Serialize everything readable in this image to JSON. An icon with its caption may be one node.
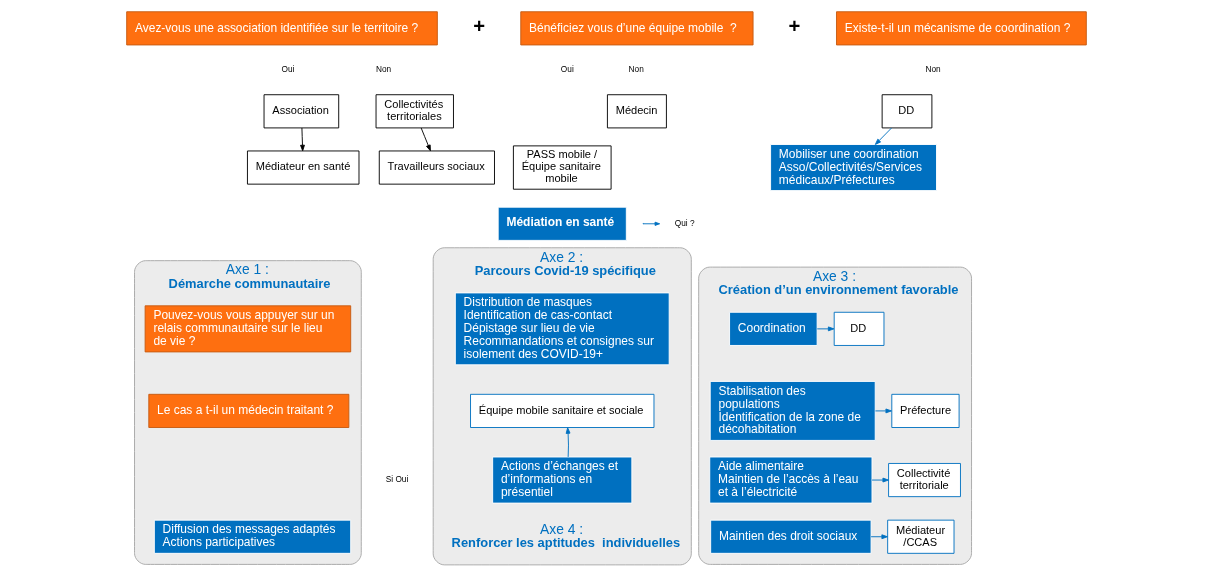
{
  "diagram": {
    "nodes": [
      {
        "text": [
          "Avez-vous une association identifiée sur le territoire ?"
        ]
      },
      {
        "text": [
          "Bénéficiez vous d’une équipe mobile  ?"
        ]
      },
      {
        "text": [
          "Existe-t-il un mécanisme de coordination ?"
        ]
      },
      {
        "text": [
          "Association"
        ]
      },
      {
        "text": [
          "Médiateur en santé"
        ]
      },
      {
        "text": [
          "Collectivités territoriales"
        ]
      },
      {
        "text": [
          "Travailleurs sociaux"
        ]
      },
      {
        "text": [
          "PASS mobile / Équipe sanitaire mobile"
        ]
      },
      {
        "text": [
          "Médecin"
        ]
      },
      {
        "text": [
          "DD"
        ]
      },
      {
        "text": [
          "Mobiliser une coordination Asso/Collectivités/Services médicaux/Préfectures"
        ]
      },
      {
        "text": [
          "Médiation en santé"
        ]
      },
      {
        "text": [
          "Axe 1 :",
          "Démarche communautaire"
        ]
      },
      {
        "text": [
          "Pouvez-vous vous appuyer sur un relais communautaire sur le lieu de vie ?"
        ],
        "in": 12
      },
      {
        "text": [
          "Le cas a t-il un médecin traitant ?"
        ],
        "in": 12
      },
      {
        "text": [
          "Diffusion des messages adaptés",
          "Actions participatives"
        ],
        "in": 12
      },
      {
        "text": [
          "Axe 2 :",
          "Parcours Covid-19 spécifique",
          "Axe 4 :",
          "Renforcer les aptitudes  individuelles"
        ]
      },
      {
        "text": [
          "Distribution de masques",
          "Identification de cas-contact",
          "Dépistage sur lieu de vie",
          "Recommandations et consignes sur isolement des COVID-19+"
        ],
        "in": 16
      },
      {
        "text": [
          "Équipe mobile sanitaire et sociale"
        ],
        "in": 16
      },
      {
        "text": [
          "Actions d’échanges et d’informations en présentiel"
        ],
        "in": 16
      },
      {
        "text": [
          "Axe 3 :",
          "Création d’un environnement favorable"
        ]
      },
      {
        "text": [
          "Coordination"
        ],
        "in": 20
      },
      {
        "text": [
          "DD"
        ],
        "in": 20
      },
      {
        "text": [
          "Stabilisation des populations",
          "Identification de la zone de décohabitation"
        ],
        "in": 20
      },
      {
        "text": [
          "Préfecture"
        ],
        "in": 20
      },
      {
        "text": [
          "Aide alimentaire",
          "Maintien de l’accès à l’eau et à l’électricité"
        ],
        "in": 20
      },
      {
        "text": [
          "Collectivité territoriale"
        ],
        "in": 20
      },
      {
        "text": [
          "Maintien des droit sociaux"
        ],
        "in": 20
      },
      {
        "text": [
          "Médiateur /CCAS"
        ],
        "in": 20
      }
    ],
    "edges": [
      {
        "from": 3,
        "to": 4,
        "arrow": "to",
        "color": "#000000"
      },
      {
        "from": 5,
        "to": 6,
        "arrow": "to",
        "color": "#000000"
      },
      {
        "from": 9,
        "to": 10,
        "arrow": "to"
      },
      {
        "from": 19,
        "to": 18,
        "arrow": "to"
      },
      {
        "from": 21,
        "to": 22,
        "arrow": "to"
      },
      {
        "from": 23,
        "to": 24,
        "arrow": "to"
      },
      {
        "from": 25,
        "to": 26,
        "arrow": "to"
      },
      {
        "from": 27,
        "to": 28,
        "arrow": "to"
      }
    ],
    "labels": [
      "+",
      "+",
      "Oui",
      "Non",
      "Oui",
      "Non",
      "Non",
      "Si Oui"
    ],
    "legend": [
      {
        "text": "Qui ?"
      }
    ]
  }
}
